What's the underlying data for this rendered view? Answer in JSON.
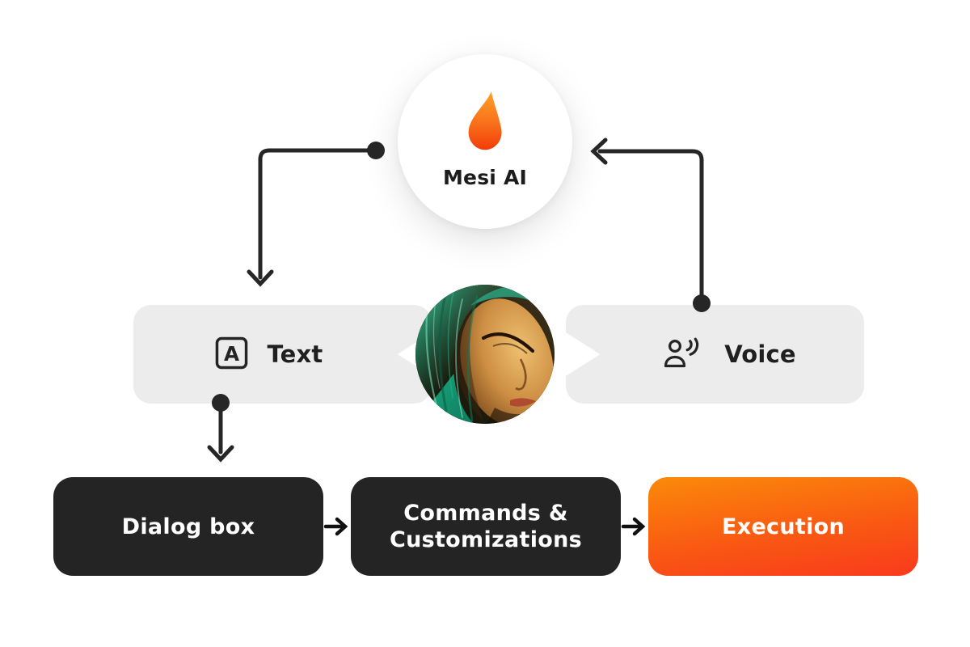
{
  "hub": {
    "label": "Mesi AI"
  },
  "panels": {
    "text": {
      "label": "Text",
      "icon_letter": "A"
    },
    "voice": {
      "label": "Voice"
    }
  },
  "flow": {
    "dialog": {
      "label": "Dialog box"
    },
    "commands": {
      "lines": [
        "Commands &",
        "Customizations"
      ]
    },
    "execution": {
      "label": "Execution"
    }
  },
  "icons": {
    "hub": "flame-icon",
    "text_panel": "letter-a-box-icon",
    "voice_panel": "person-speaking-icon",
    "connectors": "dot-and-arrow"
  },
  "colors": {
    "background": "#ffffff",
    "panel_gray": "#ececec",
    "dark_box": "#242424",
    "line": "#262626",
    "flame_top": "#ffa128",
    "flame_bottom": "#f23c0a",
    "execution_top": "#fb8a0a",
    "execution_bottom": "#f93a1d",
    "label_dark": "#1e1e1e",
    "label_light": "#ffffff"
  }
}
